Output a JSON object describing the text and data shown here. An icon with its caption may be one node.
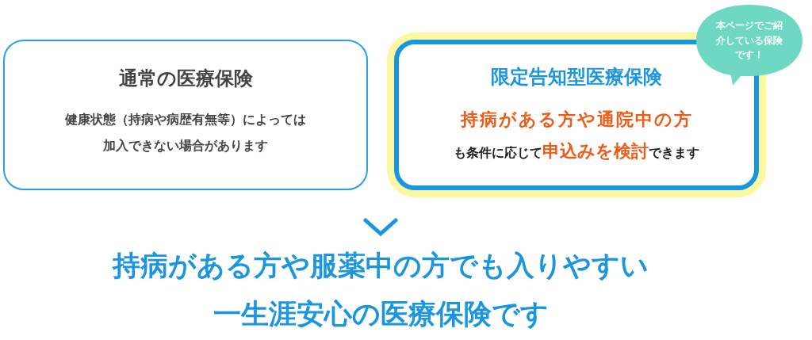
{
  "diagram": {
    "nodes": [
      {
        "text": [
          "通常の医療保険",
          "健康状態（持病や病歴有無等）によっては加入できない場合があります"
        ]
      },
      {
        "text": [
          "限定告知型医療保険",
          "**持病がある方や通院中の方**も条件に応じて**申込みを検討**できます"
        ]
      },
      {
        "text": [
          "本ページでご紹介している保険です！"
        ]
      },
      {
        "text": [
          "持病がある方や服薬中の方でも入りやすい一生涯安心の医療保険です"
        ]
      }
    ],
    "edges": [
      {
        "from": null,
        "to": 3,
        "arrow": "to"
      }
    ]
  }
}
